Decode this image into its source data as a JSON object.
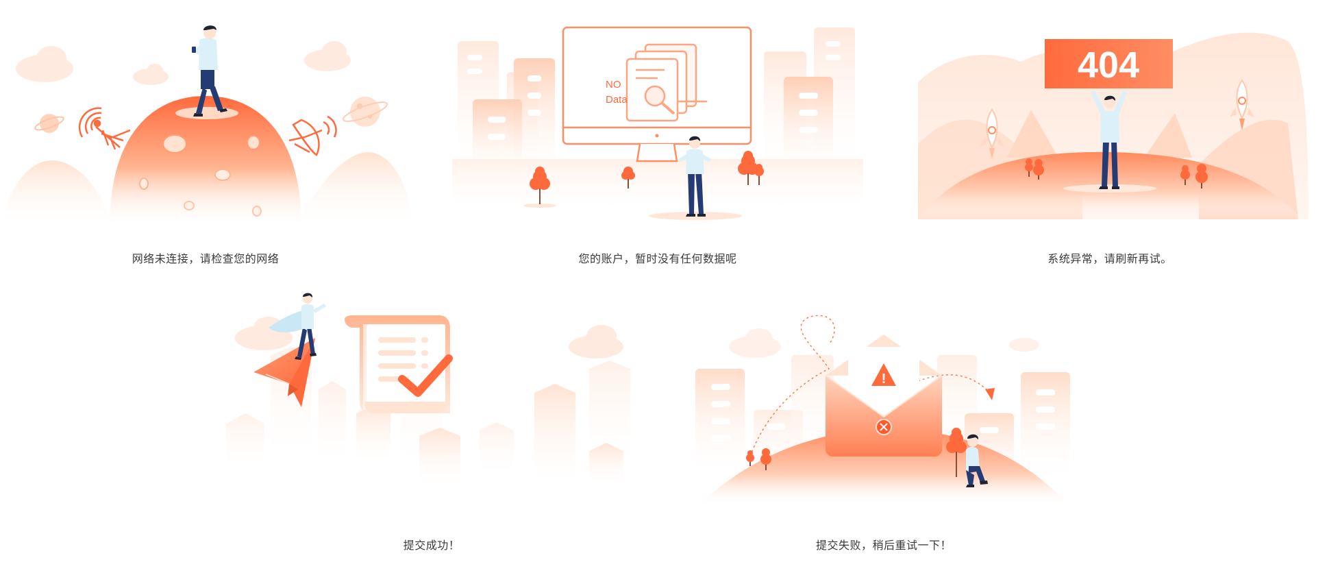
{
  "colors": {
    "accent": "#FF6A3D",
    "accent_light": "#FFB48F",
    "accent_pale": "#FFE9DC",
    "figure_shirt": "#DCF0FA",
    "figure_pants": "#253B74",
    "figure_hair": "#1F2433",
    "caption_text": "#3a3a3a"
  },
  "cards": {
    "network": {
      "caption": "网络未连接，请检查您的网络",
      "icons": [
        "planet-icon",
        "antenna-icon",
        "satellite-dish-icon",
        "person-with-phone-icon",
        "cloud-icon"
      ]
    },
    "no_data": {
      "caption": "您的账户，暂时没有任何数据呢",
      "screen_text_line1": "NO",
      "screen_text_line2": "Data",
      "icons": [
        "monitor-icon",
        "document-search-icon",
        "tree-icon",
        "person-shrug-icon"
      ]
    },
    "error_404": {
      "caption": "系统异常，请刷新再试。",
      "sign_text": "404",
      "icons": [
        "rocket-icon",
        "tree-icon",
        "person-holding-sign-icon",
        "mountain-icon"
      ]
    },
    "submit_success": {
      "caption": "提交成功！",
      "icons": [
        "paper-plane-icon",
        "scroll-check-icon",
        "person-with-cape-icon",
        "cloud-icon"
      ]
    },
    "submit_fail": {
      "caption": "提交失败，稍后重试一下！",
      "icons": [
        "envelope-warning-icon",
        "error-x-icon",
        "person-sitting-icon",
        "tree-icon"
      ]
    }
  }
}
